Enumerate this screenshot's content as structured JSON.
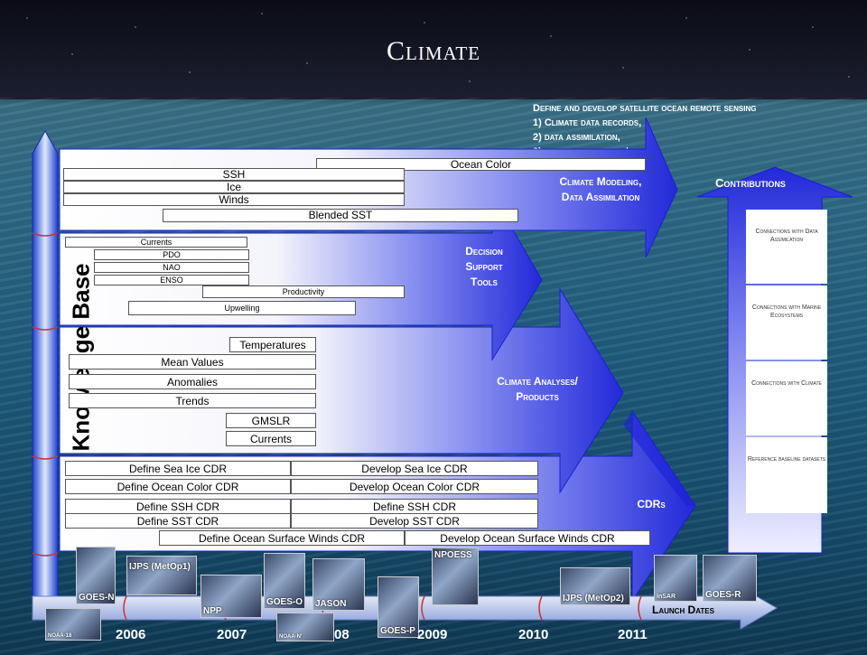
{
  "title": "Climate",
  "intro_lines": [
    "Define and develop satellite ocean remote sensing",
    "1) Climate data records,",
    "2) data assimilation,",
    "3) and data products/tools."
  ],
  "axis_label": "Knowledge Base",
  "tiers": {
    "modeling": {
      "label_1": "Climate Modeling,",
      "label_2": "Data Assimilation"
    },
    "decision": {
      "label_1": "Decision",
      "label_2": "Support",
      "label_3": "Tools"
    },
    "analyses": {
      "label_1": "Climate Analyses/",
      "label_2": "Products"
    },
    "cdrs": {
      "label": "CDRs"
    }
  },
  "modeling_items": [
    "Ocean Color",
    "SSH",
    "Ice",
    "Winds",
    "Blended SST"
  ],
  "decision_items": [
    "Currents",
    "PDO",
    "NAO",
    "ENSO",
    "Productivity",
    "Upwelling"
  ],
  "analyses_items": [
    "Temperatures",
    "Mean Values",
    "Anomalies",
    "Trends",
    "GMSLR",
    "Currents"
  ],
  "cdr_items": [
    "Define Sea Ice CDR",
    "Develop Sea Ice CDR",
    "Define Ocean Color CDR",
    "Develop Ocean Color CDR",
    "Define SSH CDR",
    "Define SSH CDR",
    "Define SST CDR",
    "Develop SST CDR",
    "Define Ocean Surface Winds CDR",
    "Develop Ocean Surface Winds CDR"
  ],
  "contributions": {
    "title": "Contributions",
    "pieces": [
      "Connections with Data Assimilation",
      "Connections with Marine Ecosystems",
      "Connections with Climate",
      "Reference baseline datasets"
    ]
  },
  "timeline": {
    "years": [
      "2006",
      "2007",
      "08",
      "2009",
      "2010",
      "2011"
    ],
    "launch_label": "Launch Dates",
    "satellites": [
      "GOES-N",
      "NOAA-18",
      "IJPS (MetOp1)",
      "NPP",
      "GOES-O",
      "NOAA-N'",
      "JASON",
      "GOES-P",
      "NPOESS",
      "IJPS (MetOp2)",
      "InSAR",
      "GOES-R"
    ]
  },
  "colors": {
    "arrow_light": "#ffffff",
    "arrow_dark": "#1a1fd6",
    "ocean": "#2f6a86"
  }
}
